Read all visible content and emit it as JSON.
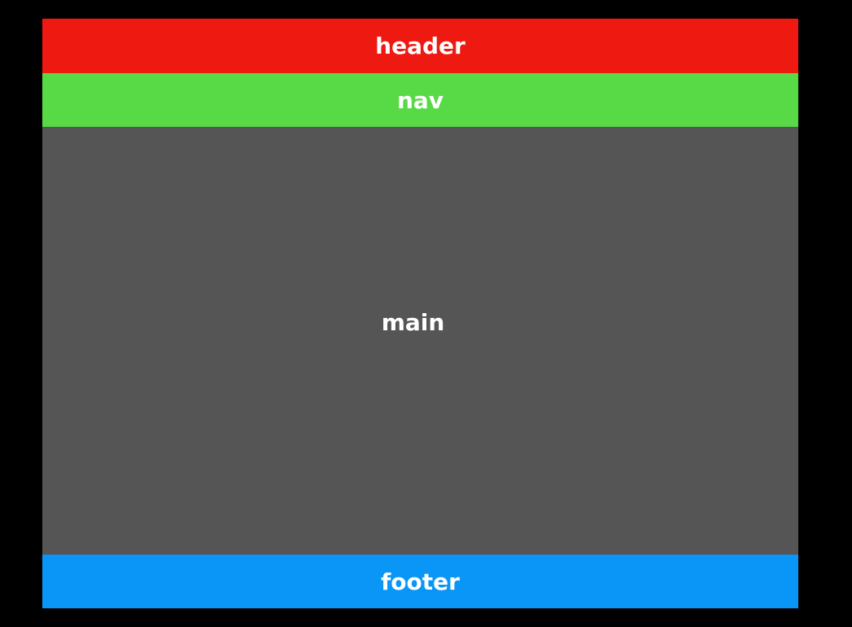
{
  "regions": {
    "header": {
      "label": "header",
      "color": "#ee1a12"
    },
    "nav": {
      "label": "nav",
      "color": "#58d946"
    },
    "main": {
      "label": "main",
      "color": "#555555"
    },
    "footer": {
      "label": "footer",
      "color": "#0a96f7"
    }
  },
  "background": "#000000"
}
